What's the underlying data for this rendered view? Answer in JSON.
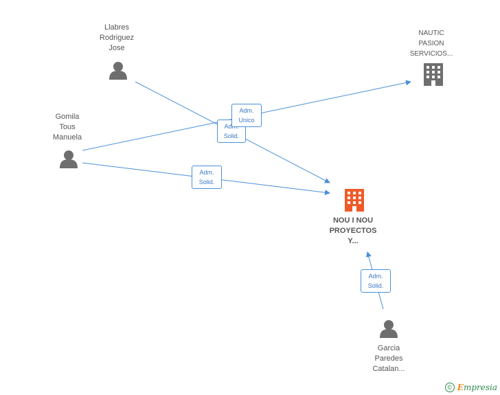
{
  "nodes": {
    "llabres": {
      "label": "Llabres\nRodriguez\nJose",
      "type": "person"
    },
    "gomila": {
      "label": "Gomila\nTous\nManuela",
      "type": "person"
    },
    "garcia": {
      "label": "Garcia\nParedes\nCatalan...",
      "type": "person"
    },
    "nautic": {
      "label": "NAUTIC\nPASION\nSERVICIOS...",
      "type": "company"
    },
    "nou": {
      "label": "NOU I NOU\nPROYECTOS\nY...",
      "type": "company-focus"
    }
  },
  "edges": {
    "gomila_nautic": {
      "label": "Adm.\nUnico"
    },
    "llabres_nou": {
      "label": "Adm.\nSolid."
    },
    "gomila_nou": {
      "label": "Adm.\nSolid."
    },
    "garcia_nou": {
      "label": "Adm.\nSolid."
    }
  },
  "colors": {
    "edge": "#4a8fd9",
    "person_icon": "#6e6e6e",
    "company_icon": "#6e6e6e",
    "focus_company_icon": "#f05a28"
  },
  "footer": {
    "copyright_symbol": "©",
    "brand": "mpresia",
    "brand_initial": "E"
  }
}
